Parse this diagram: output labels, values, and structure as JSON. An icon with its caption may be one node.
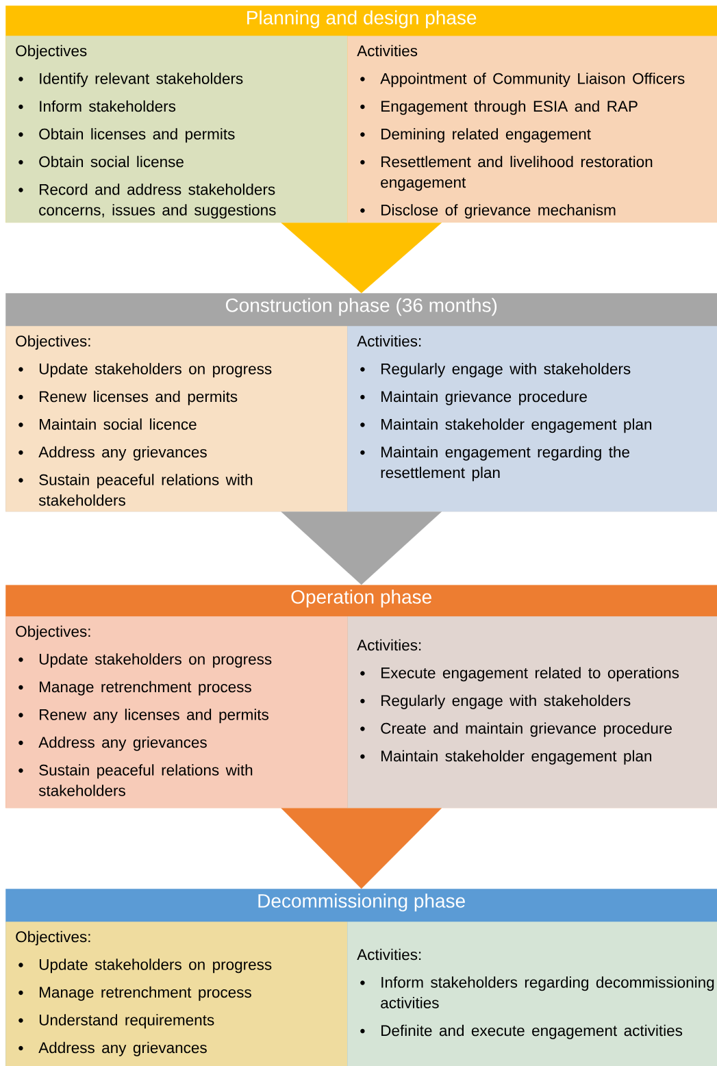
{
  "diagram": {
    "nodes": [
      {
        "text": [
          "Planning and design phase"
        ]
      },
      {
        "text": [
          "Objectives",
          "Identify relevant stakeholders",
          "Inform stakeholders",
          "Obtain licenses and permits",
          "Obtain social license",
          "Record and address stakeholders concerns, issues and suggestions"
        ],
        "in": 0
      },
      {
        "text": [
          "Activities",
          "Appointment of Community Liaison Officers",
          "Engagement through ESIA and RAP",
          "Demining related engagement",
          "Resettlement and livelihood restoration engagement",
          "Disclose of grievance mechanism"
        ],
        "in": 0
      },
      {
        "text": [
          "Construction phase (36 months)"
        ]
      },
      {
        "text": [
          "Objectives:",
          "Update stakeholders on progress",
          "Renew licenses and permits",
          "Maintain social licence",
          "Address any grievances",
          "Sustain peaceful relations with stakeholders"
        ],
        "in": 3
      },
      {
        "text": [
          "Activities:",
          "Regularly engage with stakeholders",
          "Maintain grievance procedure",
          "Maintain stakeholder engagement plan",
          "Maintain engagement regarding the resettlement plan"
        ],
        "in": 3
      },
      {
        "text": [
          "Operation phase"
        ]
      },
      {
        "text": [
          "Objectives:",
          "Update stakeholders on progress",
          "Manage retrenchment process",
          "Renew any licenses and permits",
          "Address any grievances",
          "Sustain peaceful relations with stakeholders"
        ],
        "in": 6
      },
      {
        "text": [
          "Activities:",
          "Execute engagement related to operations",
          "Regularly engage with stakeholders",
          "Create and maintain grievance procedure",
          "Maintain stakeholder engagement plan"
        ],
        "in": 6
      },
      {
        "text": [
          "Decommissioning phase"
        ]
      },
      {
        "text": [
          "Objectives:",
          "Update stakeholders on progress",
          "Manage retrenchment process",
          "Understand requirements",
          "Address any grievances"
        ],
        "in": 9
      },
      {
        "text": [
          "Activities:",
          "Inform stakeholders regarding decommissioning activities",
          "Definite and execute engagement activities"
        ],
        "in": 9
      }
    ],
    "edges": [
      {
        "from": 0,
        "to": 3,
        "arrow": "to",
        "color": "#ffc000"
      },
      {
        "from": 3,
        "to": 6,
        "arrow": "to",
        "color": "#a6a6a6"
      },
      {
        "from": 6,
        "to": 9,
        "arrow": "to",
        "color": "#ed7d31"
      }
    ]
  }
}
